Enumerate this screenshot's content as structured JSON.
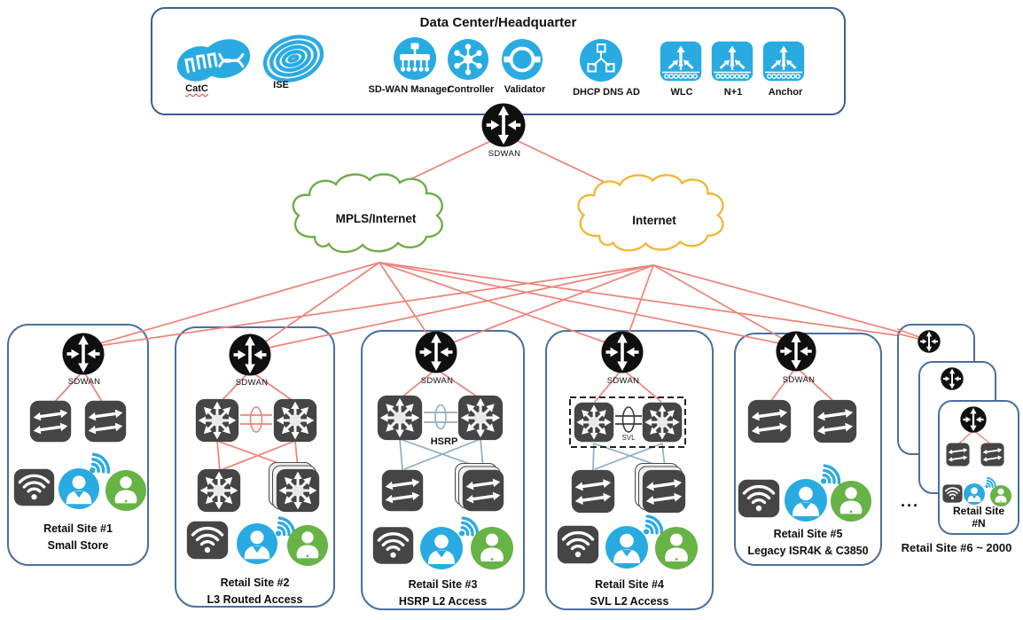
{
  "header": {
    "title": "Data Center/Headquarter",
    "icons": [
      {
        "label": "CatC"
      },
      {
        "label": "ISE"
      },
      {
        "label": "SD-WAN Manager"
      },
      {
        "label": "Controller"
      },
      {
        "label": "Validator"
      },
      {
        "label": "DHCP DNS AD"
      },
      {
        "label": "WLC"
      },
      {
        "label": "N+1"
      },
      {
        "label": "Anchor"
      }
    ]
  },
  "wan": {
    "router_label": "SDWAN",
    "clouds": [
      {
        "label": "MPLS/Internet",
        "color": "#70ad47"
      },
      {
        "label": "Internet",
        "color": "#f2b632"
      }
    ]
  },
  "sites": [
    {
      "title": "Retail Site #1",
      "subtitle": "Small Store",
      "router_label": "SDWAN"
    },
    {
      "title": "Retail Site #2",
      "subtitle": "L3 Routed Access",
      "router_label": "SDWAN"
    },
    {
      "title": "Retail Site #3",
      "subtitle": "HSRP L2 Access",
      "router_label": "SDWAN",
      "link_label": "HSRP"
    },
    {
      "title": "Retail Site #4",
      "subtitle": "SVL L2 Access",
      "router_label": "SDWAN",
      "link_label": "SVL"
    },
    {
      "title": "Retail Site #5",
      "subtitle": "Legacy ISR4K & C3850",
      "router_label": "SDWAN"
    }
  ],
  "more_sites": {
    "ellipsis": "...",
    "front_title_1": "Retail Site",
    "front_title_2": "#N",
    "caption": "Retail Site #6 ~ 2000"
  },
  "colors": {
    "icon_blue": "#29abe2",
    "person_green": "#67b346",
    "wan_link_red": "#ef8278",
    "l2_link_blue": "#8fafc4",
    "card_border": "#4a70a0",
    "cloud_green": "#70ad47",
    "cloud_yellow": "#f2b632"
  }
}
